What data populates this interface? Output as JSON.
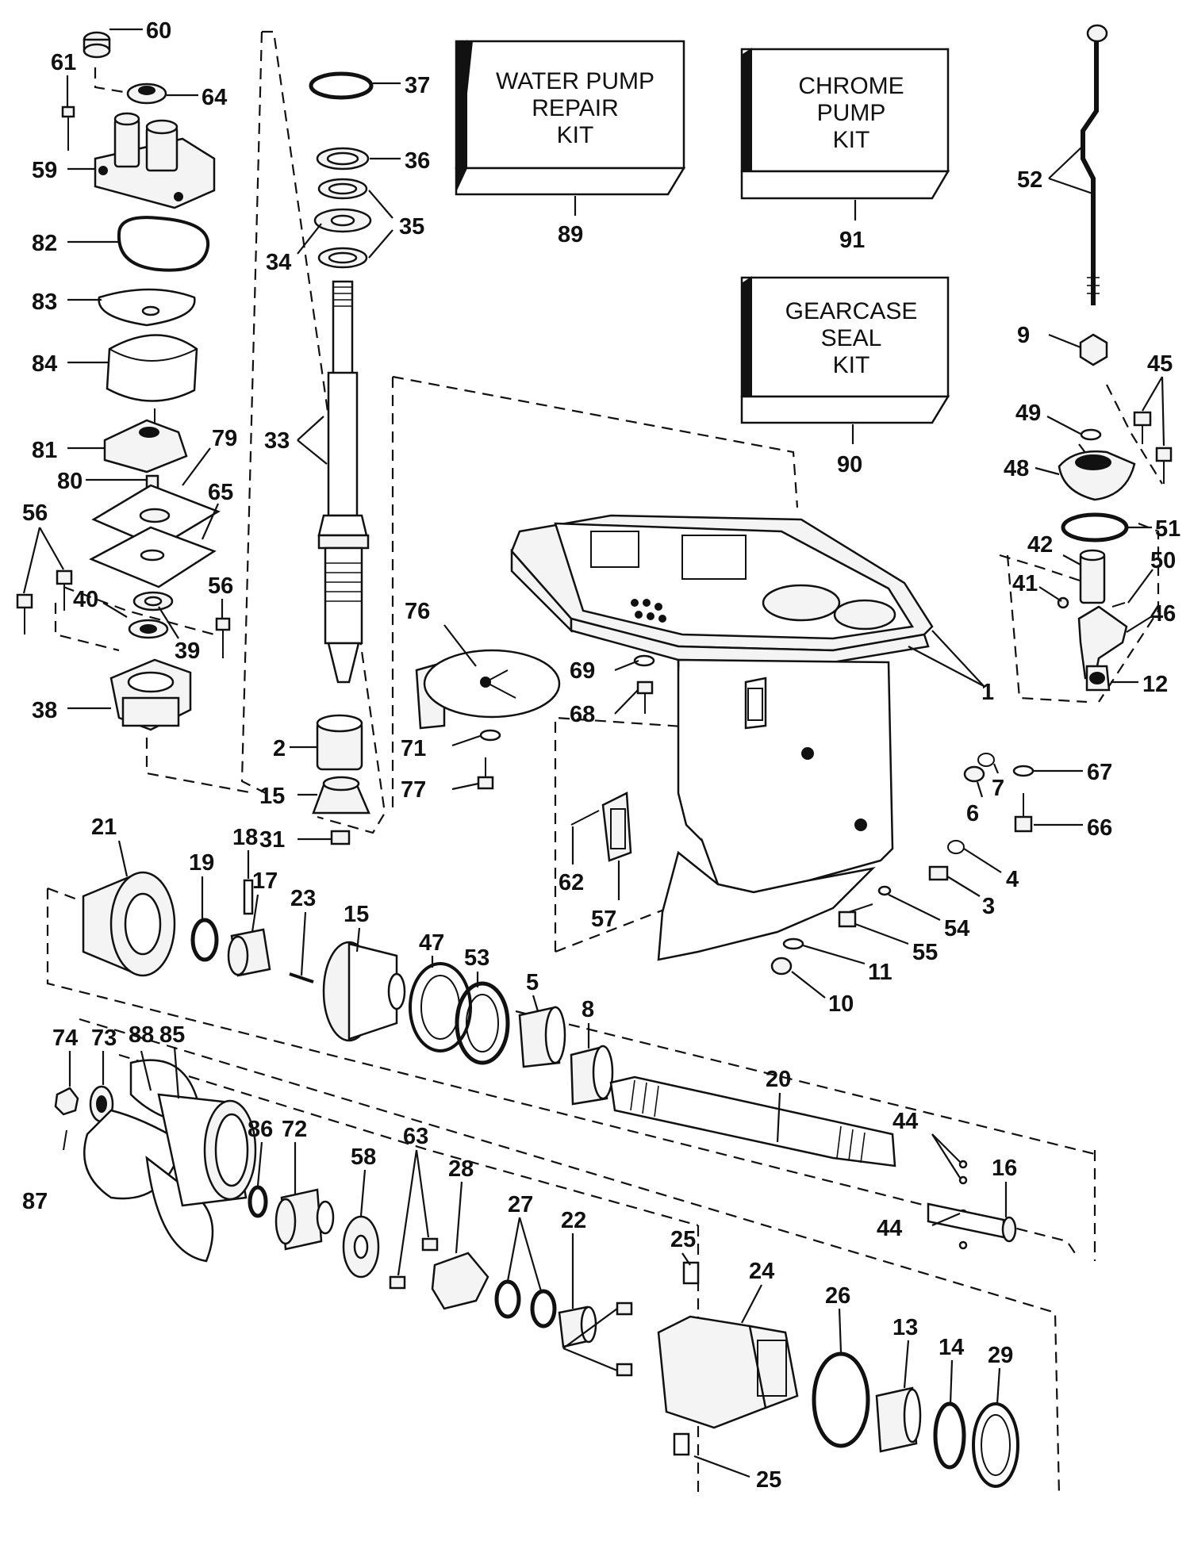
{
  "kits": [
    {
      "id": "water-pump",
      "lines": [
        "WATER PUMP",
        "REPAIR",
        "KIT"
      ],
      "ref": "89"
    },
    {
      "id": "chrome-pump",
      "lines": [
        "CHROME",
        "PUMP",
        "KIT"
      ],
      "ref": "91"
    },
    {
      "id": "gearcase-seal",
      "lines": [
        "GEARCASE",
        "SEAL",
        "KIT"
      ],
      "ref": "90"
    }
  ],
  "callouts": [
    "60",
    "61",
    "64",
    "59",
    "82",
    "83",
    "84",
    "81",
    "79",
    "80",
    "65",
    "56",
    "40",
    "39",
    "38",
    "37",
    "36",
    "35",
    "34",
    "33",
    "2",
    "15",
    "31",
    "52",
    "9",
    "45",
    "49",
    "48",
    "51",
    "42",
    "41",
    "50",
    "46",
    "12",
    "1",
    "76",
    "69",
    "68",
    "71",
    "77",
    "67",
    "7",
    "6",
    "66",
    "62",
    "57",
    "4",
    "3",
    "54",
    "55",
    "11",
    "10",
    "21",
    "19",
    "18",
    "17",
    "23",
    "47",
    "53",
    "5",
    "8",
    "20",
    "44",
    "16",
    "74",
    "73",
    "88",
    "85",
    "87",
    "86",
    "72",
    "58",
    "63",
    "28",
    "27",
    "22",
    "25",
    "24",
    "26",
    "13",
    "14",
    "29"
  ]
}
